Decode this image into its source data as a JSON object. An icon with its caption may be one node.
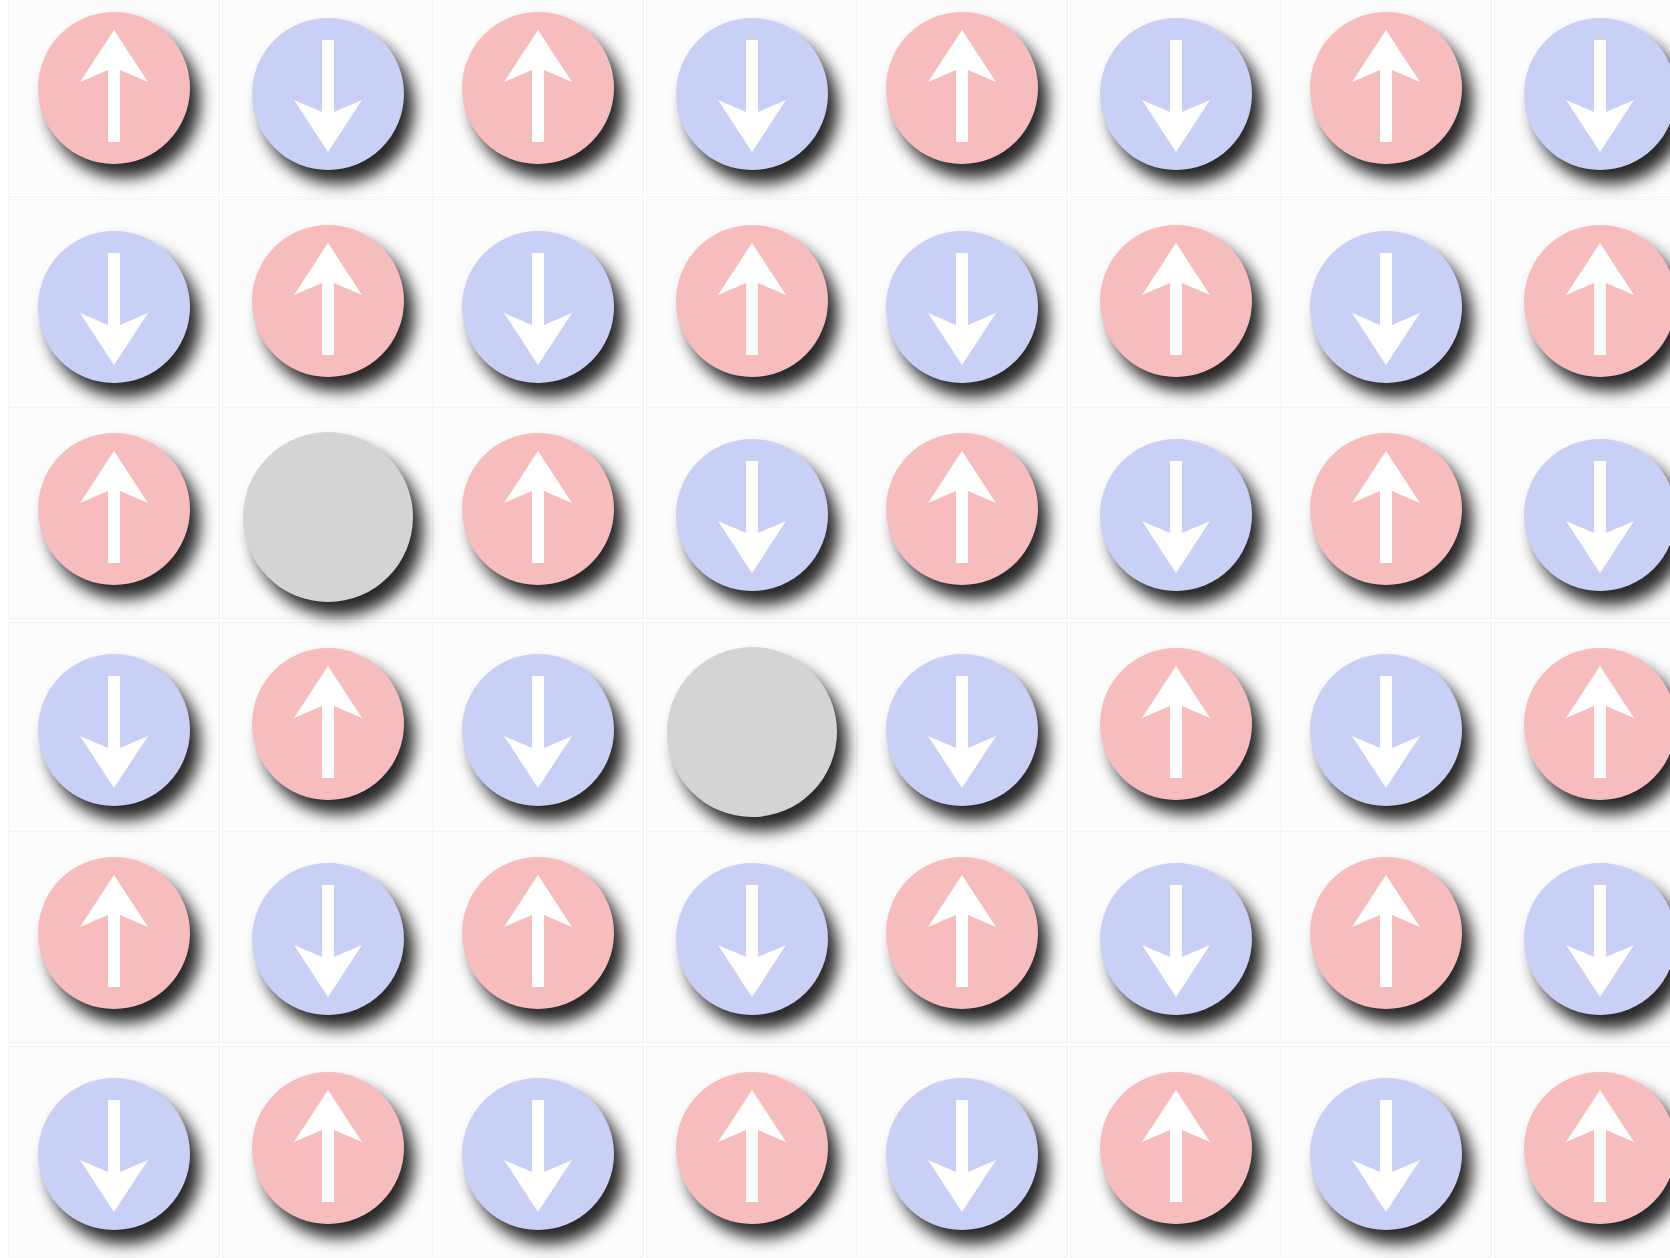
{
  "diagram": {
    "nodes": [
      {
        "text": [],
        "shape": "circle"
      },
      {
        "text": [],
        "shape": "circle"
      },
      {
        "text": [],
        "shape": "circle"
      },
      {
        "text": [],
        "shape": "circle"
      },
      {
        "text": [],
        "shape": "circle"
      },
      {
        "text": [],
        "shape": "circle"
      },
      {
        "text": [],
        "shape": "circle"
      },
      {
        "text": [],
        "shape": "circle"
      },
      {
        "text": [],
        "shape": "circle"
      },
      {
        "text": [],
        "shape": "circle"
      },
      {
        "text": [],
        "shape": "circle"
      },
      {
        "text": [],
        "shape": "circle"
      },
      {
        "text": [],
        "shape": "circle"
      },
      {
        "text": [],
        "shape": "circle"
      },
      {
        "text": [],
        "shape": "circle"
      },
      {
        "text": [],
        "shape": "circle"
      },
      {
        "text": [],
        "shape": "circle"
      },
      {
        "text": [],
        "shape": "circle"
      },
      {
        "text": [],
        "shape": "circle"
      },
      {
        "text": [],
        "shape": "circle"
      },
      {
        "text": [],
        "shape": "circle"
      },
      {
        "text": [],
        "shape": "circle"
      },
      {
        "text": [],
        "shape": "circle"
      },
      {
        "text": [],
        "shape": "circle"
      },
      {
        "text": [],
        "shape": "circle"
      },
      {
        "text": [],
        "shape": "circle"
      },
      {
        "text": [],
        "shape": "circle"
      },
      {
        "text": [],
        "shape": "circle"
      },
      {
        "text": [],
        "shape": "circle"
      },
      {
        "text": [],
        "shape": "circle"
      },
      {
        "text": [],
        "shape": "circle"
      },
      {
        "text": [],
        "shape": "circle"
      },
      {
        "text": [],
        "shape": "circle"
      },
      {
        "text": [],
        "shape": "circle"
      },
      {
        "text": [],
        "shape": "circle"
      },
      {
        "text": [],
        "shape": "circle"
      },
      {
        "text": [],
        "shape": "circle"
      },
      {
        "text": [],
        "shape": "circle"
      },
      {
        "text": [],
        "shape": "circle"
      },
      {
        "text": [],
        "shape": "circle"
      },
      {
        "text": [],
        "shape": "circle"
      },
      {
        "text": [],
        "shape": "circle"
      },
      {
        "text": [],
        "shape": "circle"
      },
      {
        "text": [],
        "shape": "circle"
      },
      {
        "text": [],
        "shape": "circle"
      },
      {
        "text": [],
        "shape": "circle"
      },
      {
        "text": [],
        "shape": "circle"
      },
      {
        "text": [],
        "shape": "circle"
      }
    ]
  }
}
